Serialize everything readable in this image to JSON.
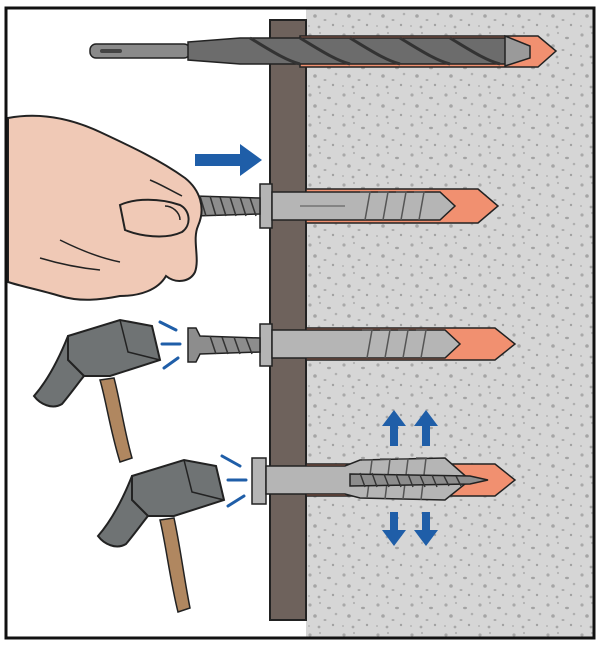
{
  "figure": {
    "labels": [],
    "steps": [
      {
        "id": "drill-hole"
      },
      {
        "id": "insert-anchor-with-screw",
        "arrow": "right"
      },
      {
        "id": "hammer-anchor-flush"
      },
      {
        "id": "hammer-screw-expands-anchor",
        "expansion_arrows": [
          "up",
          "up",
          "down",
          "down"
        ]
      }
    ]
  },
  "colors": {
    "frame": "#111111",
    "concrete": "#d6d6d6",
    "concrete_speckle": "#a8a8a8",
    "fixture_board": "#6e625c",
    "drill_hole": "#f19070",
    "drill_bit": "#6c6c6c",
    "anchor_body": "#b5b5b5",
    "screw": "#8d8d8d",
    "skin": "#f0c9b6",
    "hammer_head": "#6f7374",
    "hammer_handle": "#b08760",
    "arrow_blue": "#1f5ea8"
  }
}
